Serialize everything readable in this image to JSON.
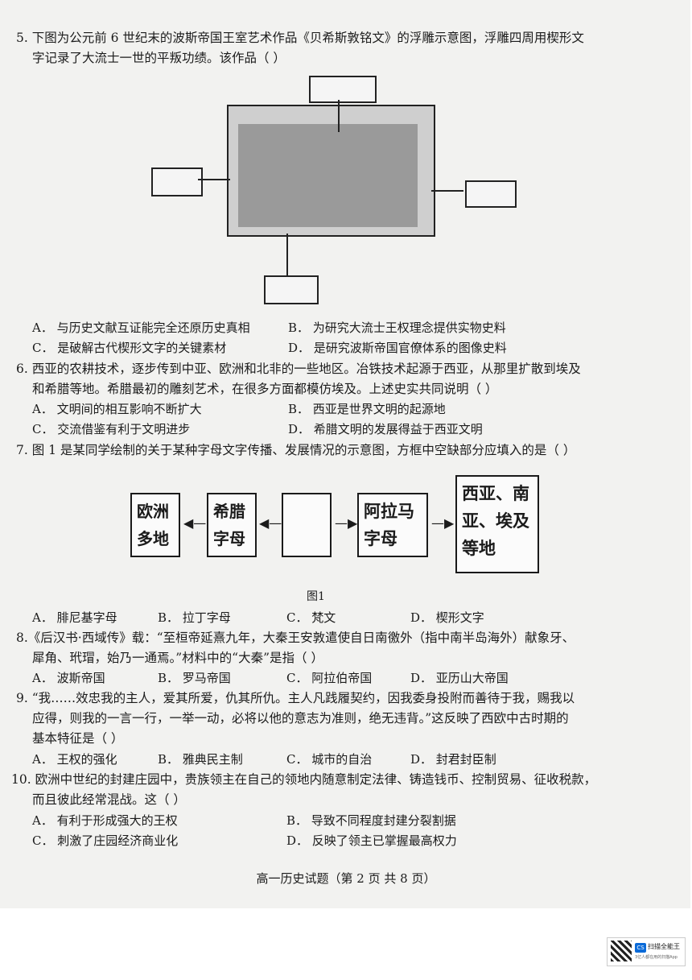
{
  "q5": {
    "line1": "5. 下图为公元前 6 世纪末的波斯帝国王室艺术作品《贝希斯敦铭文》的浮雕示意图，浮雕四周用楔形文",
    "line2": "字记录了大流士一世的平叛功绩。该作品（       ）",
    "opts": {
      "a": "A． 与历史文献互证能完全还原历史真相",
      "b": "B． 为研究大流士王权理念提供实物史料",
      "c": "C． 是破解古代楔形文字的关键素材",
      "d": "D． 是研究波斯帝国官僚体系的图像史料"
    }
  },
  "q6": {
    "line1": "6. 西亚的农耕技术，逐步传到中亚、欧洲和北非的一些地区。冶铁技术起源于西亚，从那里扩散到埃及",
    "line2": "和希腊等地。希腊最初的雕刻艺术，在很多方面都模仿埃及。上述史实共同说明（       ）",
    "opts": {
      "a": "A． 文明间的相互影响不断扩大",
      "b": "B． 西亚是世界文明的起源地",
      "c": "C． 交流借鉴有利于文明进步",
      "d": "D． 希腊文明的发展得益于西亚文明"
    }
  },
  "q7": {
    "line1": "7. 图 1 是某同学绘制的关于某种字母文字传播、发展情况的示意图，方框中空缺部分应填入的是（       ）",
    "boxes": {
      "europe": "欧洲多地",
      "greek": "希腊字母",
      "blank": "",
      "aramaic": "阿拉马字母",
      "region": "西亚、南亚、埃及等地"
    },
    "caption": "图1",
    "opts": {
      "a": "A． 腓尼基字母",
      "b": "B． 拉丁字母",
      "c": "C． 梵文",
      "d": "D． 楔形文字"
    }
  },
  "q8": {
    "line1": "8.《后汉书·西域传》载：“至桓帝延熹九年，大秦王安敦遣使自日南徼外（指中南半岛海外）献象牙、",
    "line2": "犀角、玳瑁，始乃一通焉。”材料中的“大秦”是指（       ）",
    "opts": {
      "a": "A． 波斯帝国",
      "b": "B． 罗马帝国",
      "c": "C． 阿拉伯帝国",
      "d": "D． 亚历山大帝国"
    }
  },
  "q9": {
    "line1": "9. “我……效忠我的主人，爱其所爱，仇其所仇。主人凡践履契约，因我委身投附而善待于我，赐我以",
    "line2": "应得，则我的一言一行，一举一动，必将以他的意志为准则，绝无违背。”这反映了西欧中古时期的",
    "line3": "基本特征是（       ）",
    "opts": {
      "a": "A． 王权的强化",
      "b": "B． 雅典民主制",
      "c": "C． 城市的自治",
      "d": "D． 封君封臣制"
    }
  },
  "q10": {
    "line1": "10. 欧洲中世纪的封建庄园中，贵族领主在自己的领地内随意制定法律、铸造钱币、控制贸易、征收税款，",
    "line2": "而且彼此经常混战。这（       ）",
    "opts": {
      "a": "A． 有利于形成强大的王权",
      "b": "B． 导致不同程度封建分裂割据",
      "c": "C． 刺激了庄园经济商业化",
      "d": "D． 反映了领主已掌握最高权力"
    }
  },
  "footer": "高一历史试题（第 2 页   共 8 页）",
  "scanner": {
    "logo": "CS",
    "name": "扫描全能王",
    "sub": "3亿人都在用的扫描App"
  }
}
